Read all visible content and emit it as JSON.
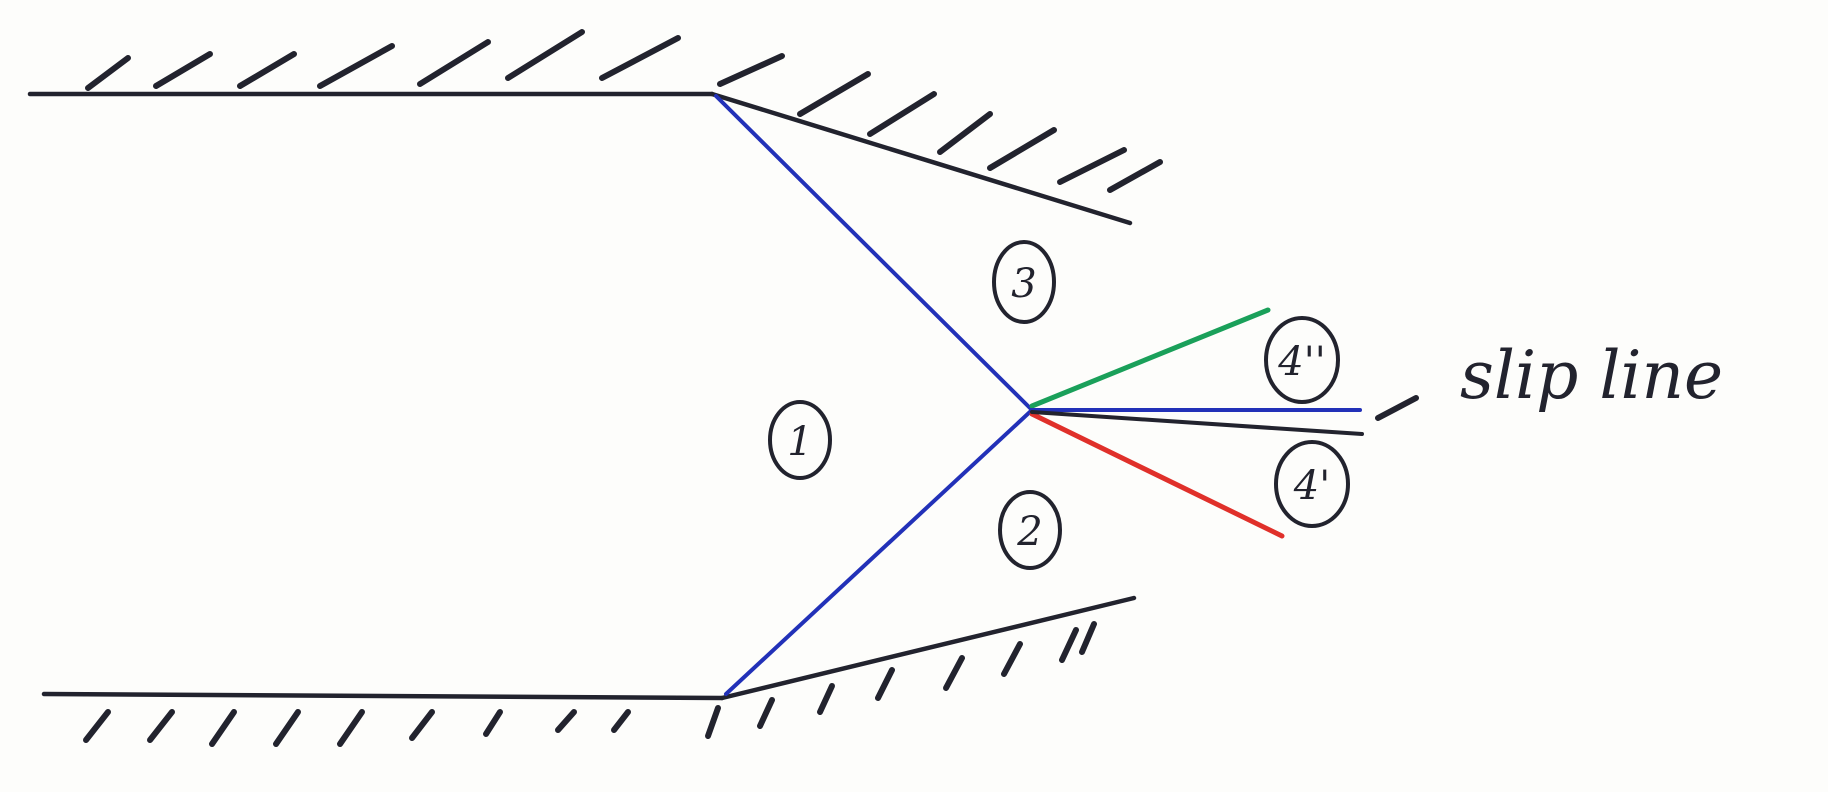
{
  "regions": [
    {
      "id": "region-1",
      "label": "1"
    },
    {
      "id": "region-2",
      "label": "2"
    },
    {
      "id": "region-3",
      "label": "3"
    },
    {
      "id": "region-4-double-prime",
      "label": "4''"
    },
    {
      "id": "region-4-prime",
      "label": "4'"
    }
  ],
  "annotation": {
    "slip_line": "slip line"
  },
  "colors": {
    "walls": "#22232e",
    "incident_shocks": "#2231b8",
    "upper_reflected": "#1aa05a",
    "lower_reflected": "#e0302a",
    "slip_line": "#22232e",
    "background": "#fdfdfb"
  }
}
